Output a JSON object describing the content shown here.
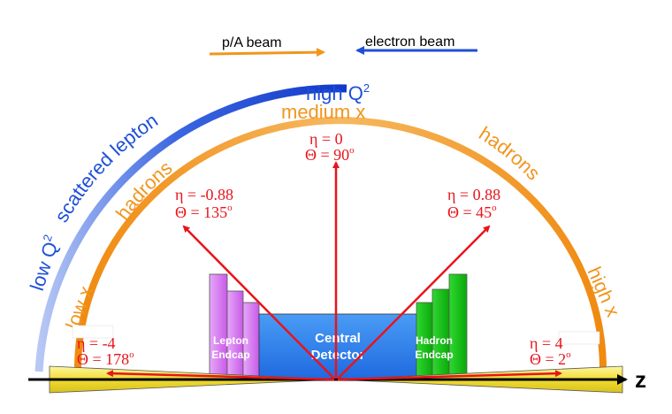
{
  "beams": {
    "left_label": "p/A beam",
    "right_label": "electron beam"
  },
  "arcs": {
    "high_q2": "high Q",
    "high_q2_sup": "2",
    "low_q2": "low Q",
    "low_q2_sup": "2",
    "scattered_lepton": "scattered lepton",
    "medium_x": "medium x",
    "low_x": "low x",
    "high_x": "high x",
    "hadrons_left": "hadrons",
    "hadrons_right": "hadrons"
  },
  "angles": [
    {
      "eta": "η = 0",
      "theta": "Θ = 90",
      "theta_sup": "o"
    },
    {
      "eta": "η = -0.88",
      "theta": "Θ = 135",
      "theta_sup": "o"
    },
    {
      "eta": "η = 0.88",
      "theta": "Θ = 45",
      "theta_sup": "o"
    },
    {
      "eta": "η = -4",
      "theta": "Θ = 178",
      "theta_sup": "o"
    },
    {
      "eta": "η = 4",
      "theta": "Θ = 2",
      "theta_sup": "o"
    }
  ],
  "detector": {
    "lepton_endcap_line1": "Lepton",
    "lepton_endcap_line2": "Endcap",
    "central_line1": "Central",
    "central_line2": "Detector",
    "hadron_endcap_line1": "Hadron",
    "hadron_endcap_line2": "Endcap"
  },
  "axis": {
    "label": "z"
  },
  "colors": {
    "blue": "#1f4fd8",
    "orange": "#f0961e",
    "red": "#e8141c",
    "magenta": "#d68af0",
    "green": "#10c010",
    "central_blue": "#3a8ff0",
    "yellow": "#f3e54a"
  }
}
